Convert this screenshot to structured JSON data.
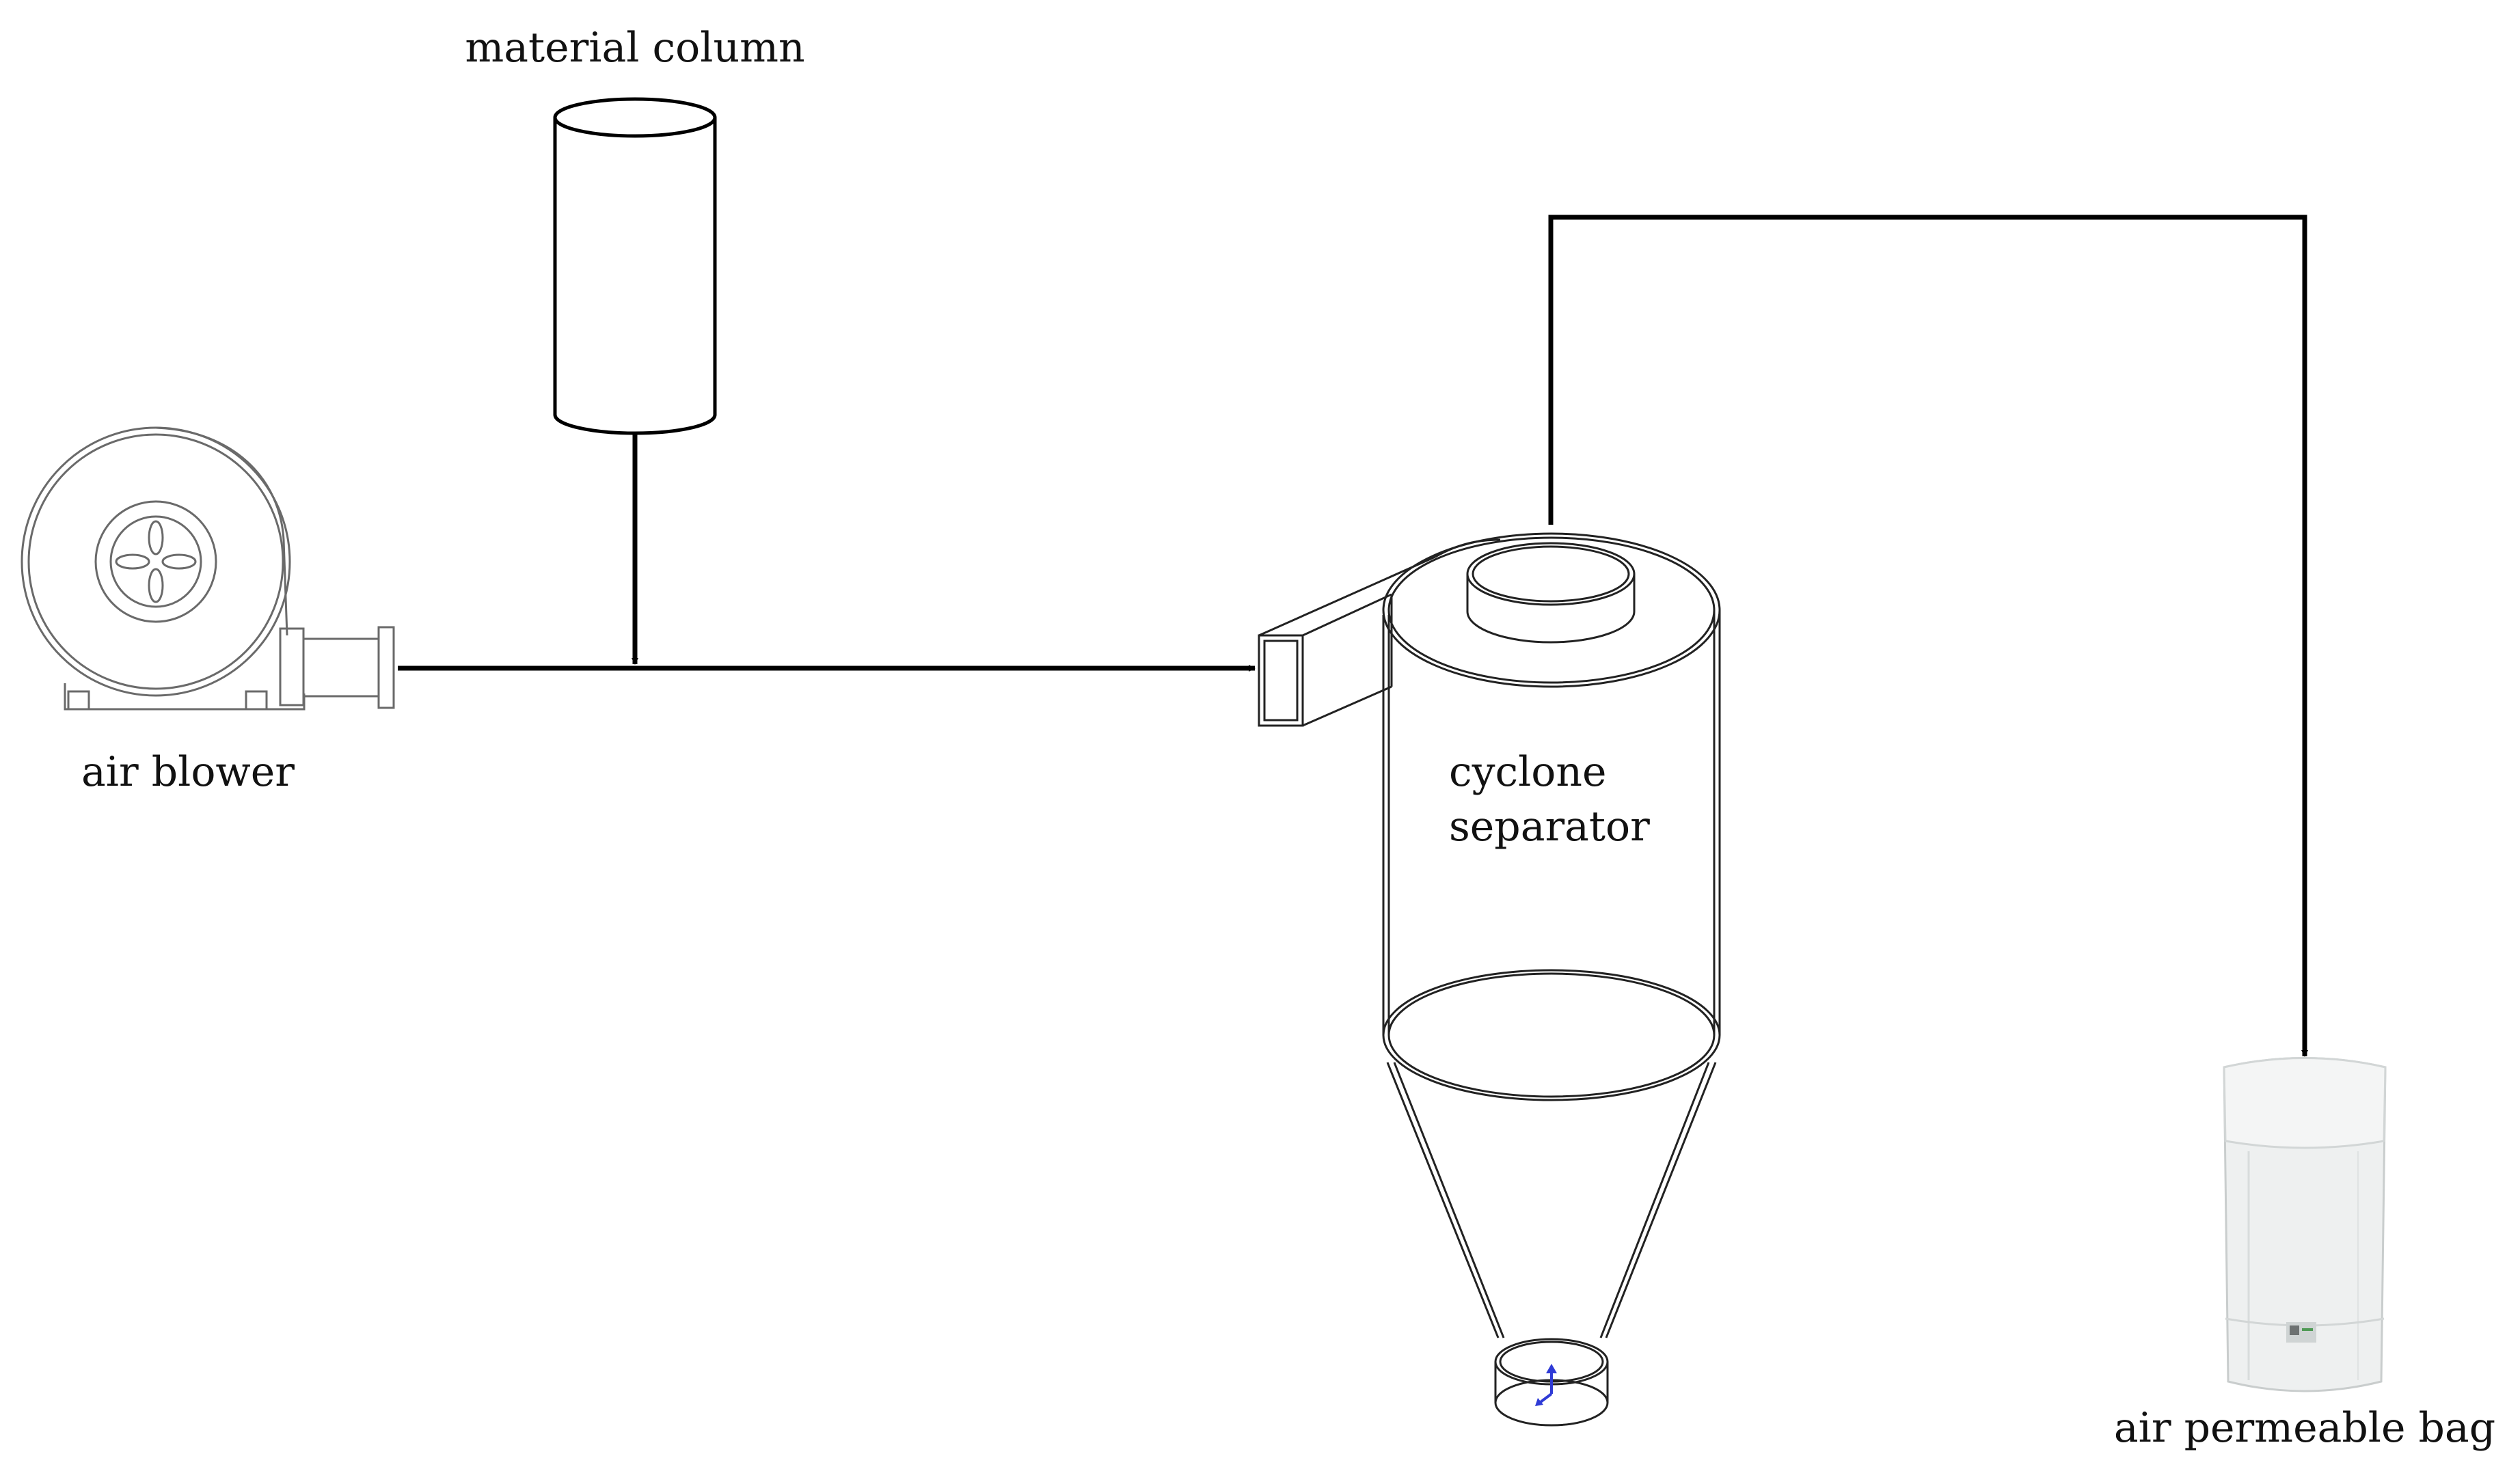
{
  "labels": {
    "material_column": "material column",
    "air_blower": "air blower",
    "cyclone_line1": "cyclone",
    "cyclone_line2": "separator",
    "bag": "air permeable bag"
  },
  "colors": {
    "line": "#000000",
    "drawing": "#6a6a6a",
    "bag_fill": "#eef0f0",
    "bag_seam": "#d2d6d6",
    "axis_marker": "#2f3bd6"
  },
  "icons": {
    "blower": "centrifugal-fan-icon",
    "column": "cylinder-icon",
    "cyclone": "cyclone-separator-icon",
    "bag": "filter-bag-icon"
  }
}
